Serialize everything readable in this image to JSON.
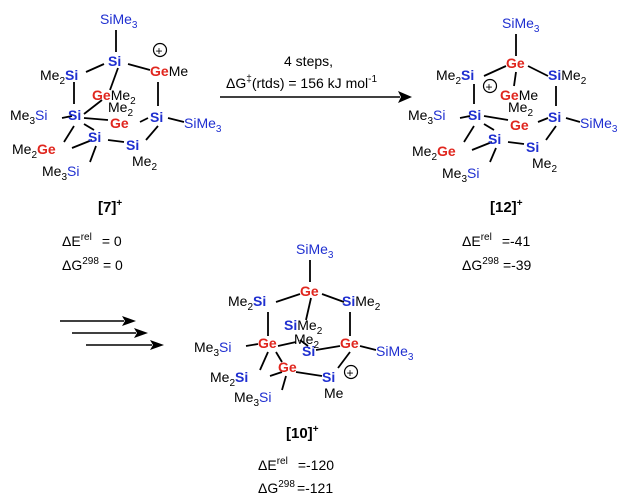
{
  "colors": {
    "silicon": "#1f2fd0",
    "germanium": "#e0261e",
    "bond": "#000000"
  },
  "arrow_top": {
    "line1": "4 steps,",
    "line2_prefix": "ΔG",
    "line2_ddagger": "‡",
    "line2_mid": "(rtds) = 156 kJ mol",
    "line2_exp": "-1"
  },
  "compounds": [
    {
      "label": "[7]",
      "charge": "+",
      "dE_name": "ΔE",
      "dE_sup": "rel",
      "dE_val": "= 0",
      "dG_name": "ΔG",
      "dG_sup": "298",
      "dG_val": "= 0"
    },
    {
      "label": "[12]",
      "charge": "+",
      "dE_name": "ΔE",
      "dE_sup": "rel",
      "dE_val": "=-41",
      "dG_name": "ΔG",
      "dG_sup": "298",
      "dG_val": "=-39"
    },
    {
      "label": "[10]",
      "charge": "+",
      "dE_name": "ΔE",
      "dE_sup": "rel",
      "dE_val": "=-120",
      "dG_name": "ΔG",
      "dG_sup": "298",
      "dG_val": "=-121"
    }
  ],
  "atoms": {
    "si": "Si",
    "ge": "Ge",
    "me": "Me",
    "me2": "Me",
    "two": "2",
    "sime3_sime": "SiMe",
    "three": "3",
    "plus": "+"
  }
}
